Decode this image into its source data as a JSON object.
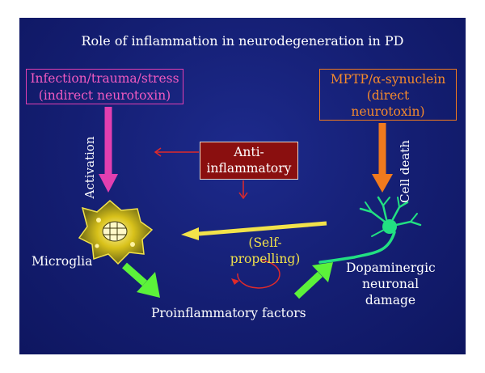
{
  "title": "Role of inflammation in neurodegeneration in PD",
  "boxes": {
    "left": {
      "line1": "Infection/trauma/stress",
      "line2": "(indirect neurotoxin)"
    },
    "right": {
      "line1": "MPTP/α-synuclein",
      "line2": "(direct",
      "line3": "neurotoxin)"
    },
    "anti": {
      "line1": "Anti-",
      "line2": "inflammatory"
    }
  },
  "labels": {
    "activation": "Activation",
    "cell_death": "Cell death",
    "microglia": "Microglia",
    "self_line1": "(Self-",
    "self_line2": "propelling)",
    "proinflammatory": "Proinflammatory factors",
    "dopa_line1": "Dopaminergic",
    "dopa_line2": "neuronal",
    "dopa_line3": "damage"
  },
  "icons": {
    "microglia": "microglia-cell-icon",
    "neuron": "neuron-icon"
  },
  "colors": {
    "background": "#141e72",
    "activation_arrow": "#e23fb0",
    "cell_death_arrow": "#f07a1e",
    "anti_box": "#8a0f0f",
    "self_propelling": "#f2e24a",
    "green_arrows": "#5cf23a",
    "inhibit_arrows": "#e02a2a"
  }
}
